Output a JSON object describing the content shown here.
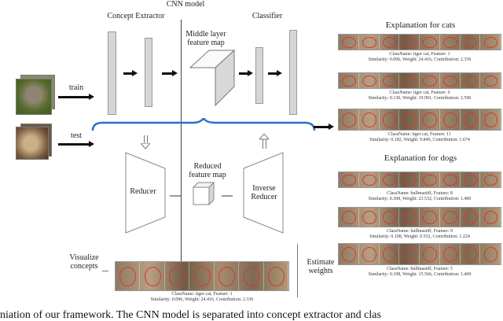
{
  "header": {
    "model_title": "CNN model",
    "concept_extractor": "Concept Extractor",
    "classifier": "Classifier",
    "middle_layer": "Middle layer feature map"
  },
  "left": {
    "train": "train",
    "test": "test"
  },
  "lower": {
    "reducer": "Reducer",
    "reduced_map": "Reduced feature map",
    "inverse_reducer": "Inverse Reducer"
  },
  "bottom": {
    "visualize": "Visualize concepts",
    "estimate": "Estimate weights",
    "strip_caption_1": "ClassName: tiger cat, Feature: 1",
    "strip_caption_2": "Similarity: 0.096, Weight: 24.416, Contribution: 2.336"
  },
  "right": {
    "cats_title": "Explanation for cats",
    "dogs_title": "Explanation for dogs",
    "cats": [
      {
        "line1": "ClassName: tiger cat, Feature: 1",
        "line2": "Similarity: 0.096, Weight: 24.416, Contribution: 2.336"
      },
      {
        "line1": "ClassName: tiger cat, Feature: 6",
        "line2": "Similarity: 0.130, Weight: 19.991, Contribution: 2.596"
      },
      {
        "line1": "ClassName: tiger cat, Feature: 11",
        "line2": "Similarity: 0.182, Weight: 9.849, Contribution: 1.674"
      }
    ],
    "dogs": [
      {
        "line1": "ClassName: bullmastiff, Feature: 8",
        "line2": "Similarity: 0.308, Weight: 23.532, Contribution: 1.400"
      },
      {
        "line1": "ClassName: bullmastiff, Feature: 9",
        "line2": "Similarity: 0.108, Weight: 0.532, Contribution: 1.224"
      },
      {
        "line1": "ClassName: bullmastiff, Feature: 5",
        "line2": "Similarity: 0.108, Weight: 15.566, Contribution: 1.469"
      }
    ]
  },
  "caption": "niation of our framework. The CNN model is separated into concept extractor and clas",
  "colors": {
    "accent": "#2f6fc4",
    "highlight": "#d23b2b"
  }
}
